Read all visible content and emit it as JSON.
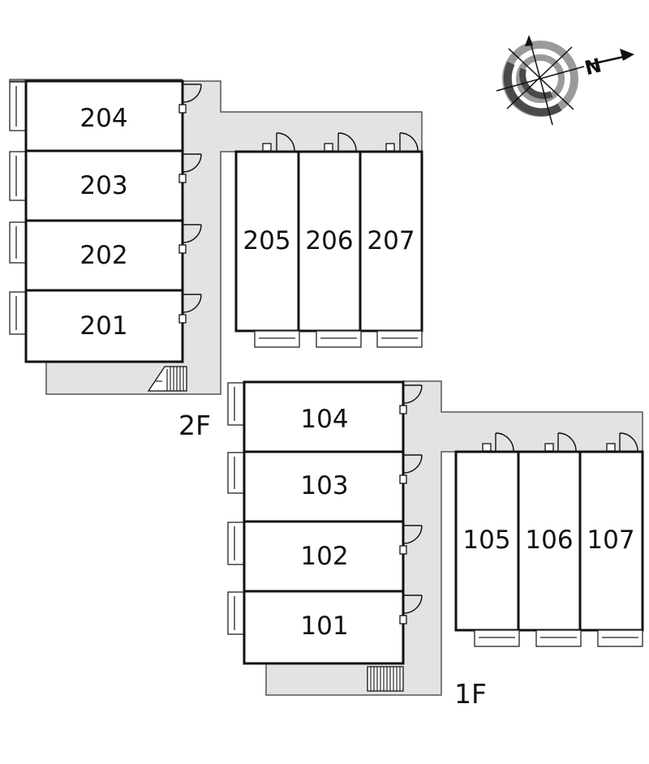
{
  "floors": {
    "second": {
      "label": "2F",
      "rooms_left": [
        "204",
        "203",
        "202",
        "201"
      ],
      "rooms_right": [
        "205",
        "206",
        "207"
      ]
    },
    "first": {
      "label": "1F",
      "rooms_left": [
        "104",
        "103",
        "102",
        "101"
      ],
      "rooms_right": [
        "105",
        "106",
        "107"
      ]
    }
  },
  "compass": {
    "letter": "N",
    "icon": "compass-icon"
  },
  "colors": {
    "corridor": "#e3e3e3",
    "walls": "#111111"
  }
}
